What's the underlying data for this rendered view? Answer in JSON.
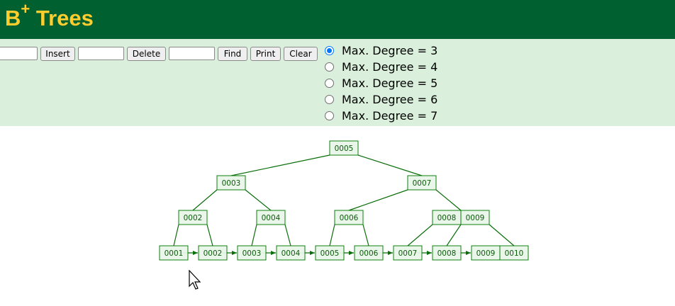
{
  "header": {
    "title": "B",
    "title_sup": "+",
    "title_rest": " Trees"
  },
  "controls": {
    "insert_label": "Insert",
    "delete_label": "Delete",
    "find_label": "Find",
    "print_label": "Print",
    "clear_label": "Clear",
    "degree_options": [
      {
        "label": "Max. Degree = 3",
        "selected": true
      },
      {
        "label": "Max. Degree = 4",
        "selected": false
      },
      {
        "label": "Max. Degree = 5",
        "selected": false
      },
      {
        "label": "Max. Degree = 6",
        "selected": false
      },
      {
        "label": "Max. Degree = 7",
        "selected": false
      }
    ]
  },
  "tree": {
    "root": [
      "0005"
    ],
    "level1": [
      [
        "0003"
      ],
      [
        "0007"
      ]
    ],
    "level2": [
      [
        "0002"
      ],
      [
        "0004"
      ],
      [
        "0006"
      ],
      [
        "0008",
        "0009"
      ]
    ],
    "leaves": [
      [
        "0001"
      ],
      [
        "0002"
      ],
      [
        "0003"
      ],
      [
        "0004"
      ],
      [
        "0005"
      ],
      [
        "0006"
      ],
      [
        "0007"
      ],
      [
        "0008"
      ],
      [
        "0009",
        "0010"
      ]
    ]
  },
  "colors": {
    "header_bg": "#00602f",
    "title": "#ffce2e",
    "controls_bg": "#dbf0dc",
    "node_stroke": "#007a00",
    "edge": "#0a6e0a"
  }
}
